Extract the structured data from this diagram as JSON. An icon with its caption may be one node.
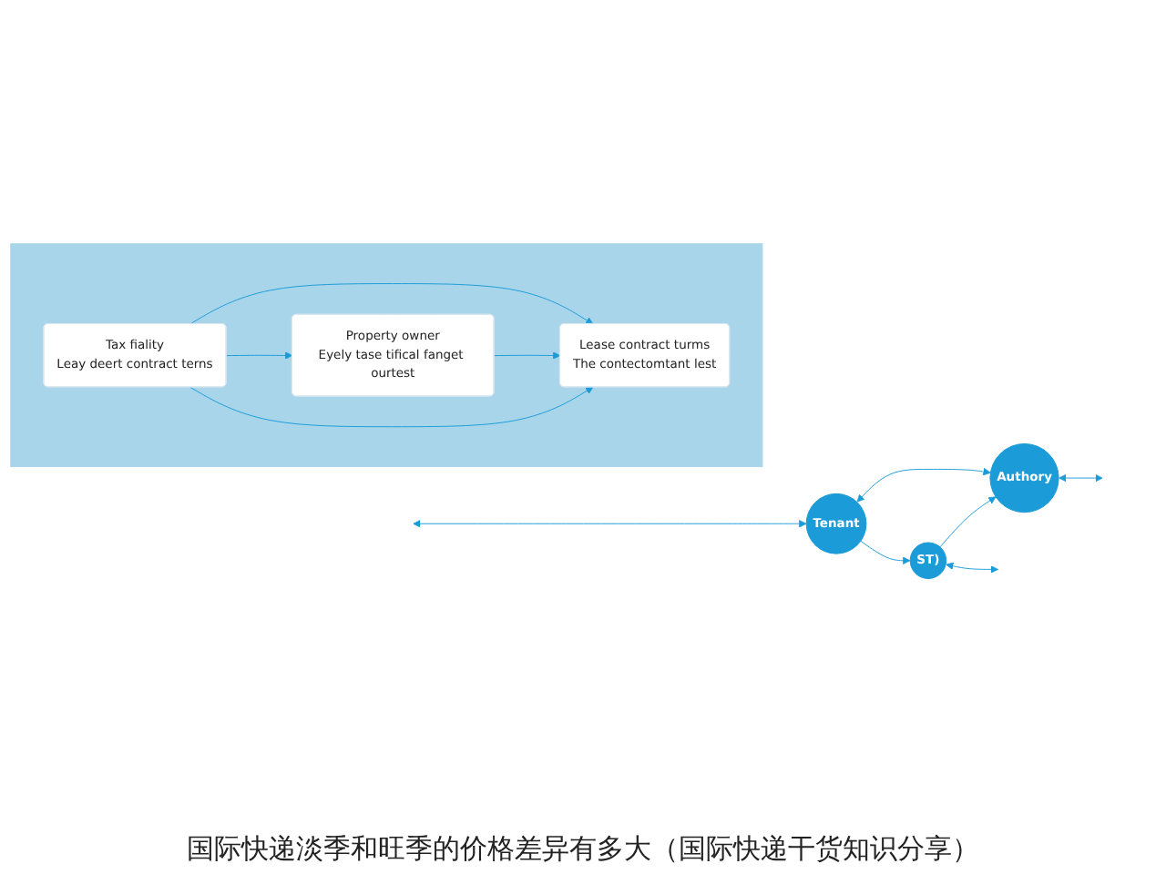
{
  "diagram": {
    "caption": "国际快递淡季和旺季的价格差异有多大（国际快递干货知识分享）",
    "nodes": [
      {
        "text": [],
        "shape": "box"
      },
      {
        "text": [
          "Lease contract turms",
          "The contectomtant lest"
        ],
        "in": 0
      },
      {
        "text": [
          "Tax fiality",
          "Leay deert contract terns"
        ],
        "in": 0
      },
      {
        "text": [
          "Property owner",
          "Eyely tase tifical fanget ourtest"
        ],
        "in": 0
      },
      {
        "text": [
          "Tenant"
        ]
      },
      {
        "text": [
          "ST)"
        ]
      },
      {
        "text": [
          "Authory"
        ]
      }
    ],
    "edges": [
      {
        "from": 2,
        "to": 1,
        "arrow": "to"
      },
      {
        "from": 3,
        "to": 1,
        "arrow": "to"
      },
      {
        "from": 2,
        "to": 3,
        "arrow": "to"
      },
      {
        "from": 2,
        "to": 1,
        "arrow": "to"
      },
      {
        "from": 4,
        "to": 6,
        "arrow": "both"
      },
      {
        "from": null,
        "to": 4,
        "arrow": "both"
      },
      {
        "from": 4,
        "to": 5,
        "arrow": "to"
      },
      {
        "from": 5,
        "to": 6,
        "arrow": "to"
      },
      {
        "from": 6,
        "to": null,
        "arrow": "both"
      },
      {
        "from": 5,
        "to": null,
        "arrow": "both"
      }
    ]
  }
}
